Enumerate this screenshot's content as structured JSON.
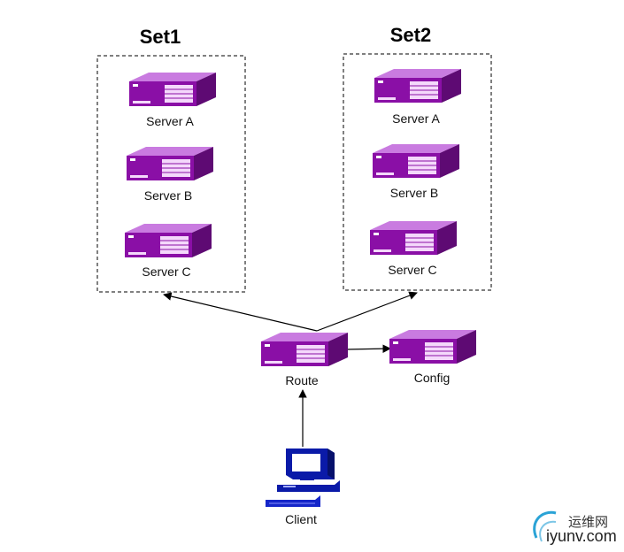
{
  "sets": [
    {
      "title": "Set1",
      "servers": [
        "Server A",
        "Server B",
        "Server C"
      ]
    },
    {
      "title": "Set2",
      "servers": [
        "Server A",
        "Server B",
        "Server C"
      ]
    }
  ],
  "route": {
    "label": "Route"
  },
  "config": {
    "label": "Config"
  },
  "client": {
    "label": "Client"
  },
  "watermark": {
    "cn": "运维网",
    "en": "iyunv.com"
  },
  "colors": {
    "server_front": "#8a0fa6",
    "server_top": "#c97be0",
    "server_side": "#5e0a73",
    "monitor": "#0a1aa8",
    "monitor_screen": "#ffffff"
  }
}
